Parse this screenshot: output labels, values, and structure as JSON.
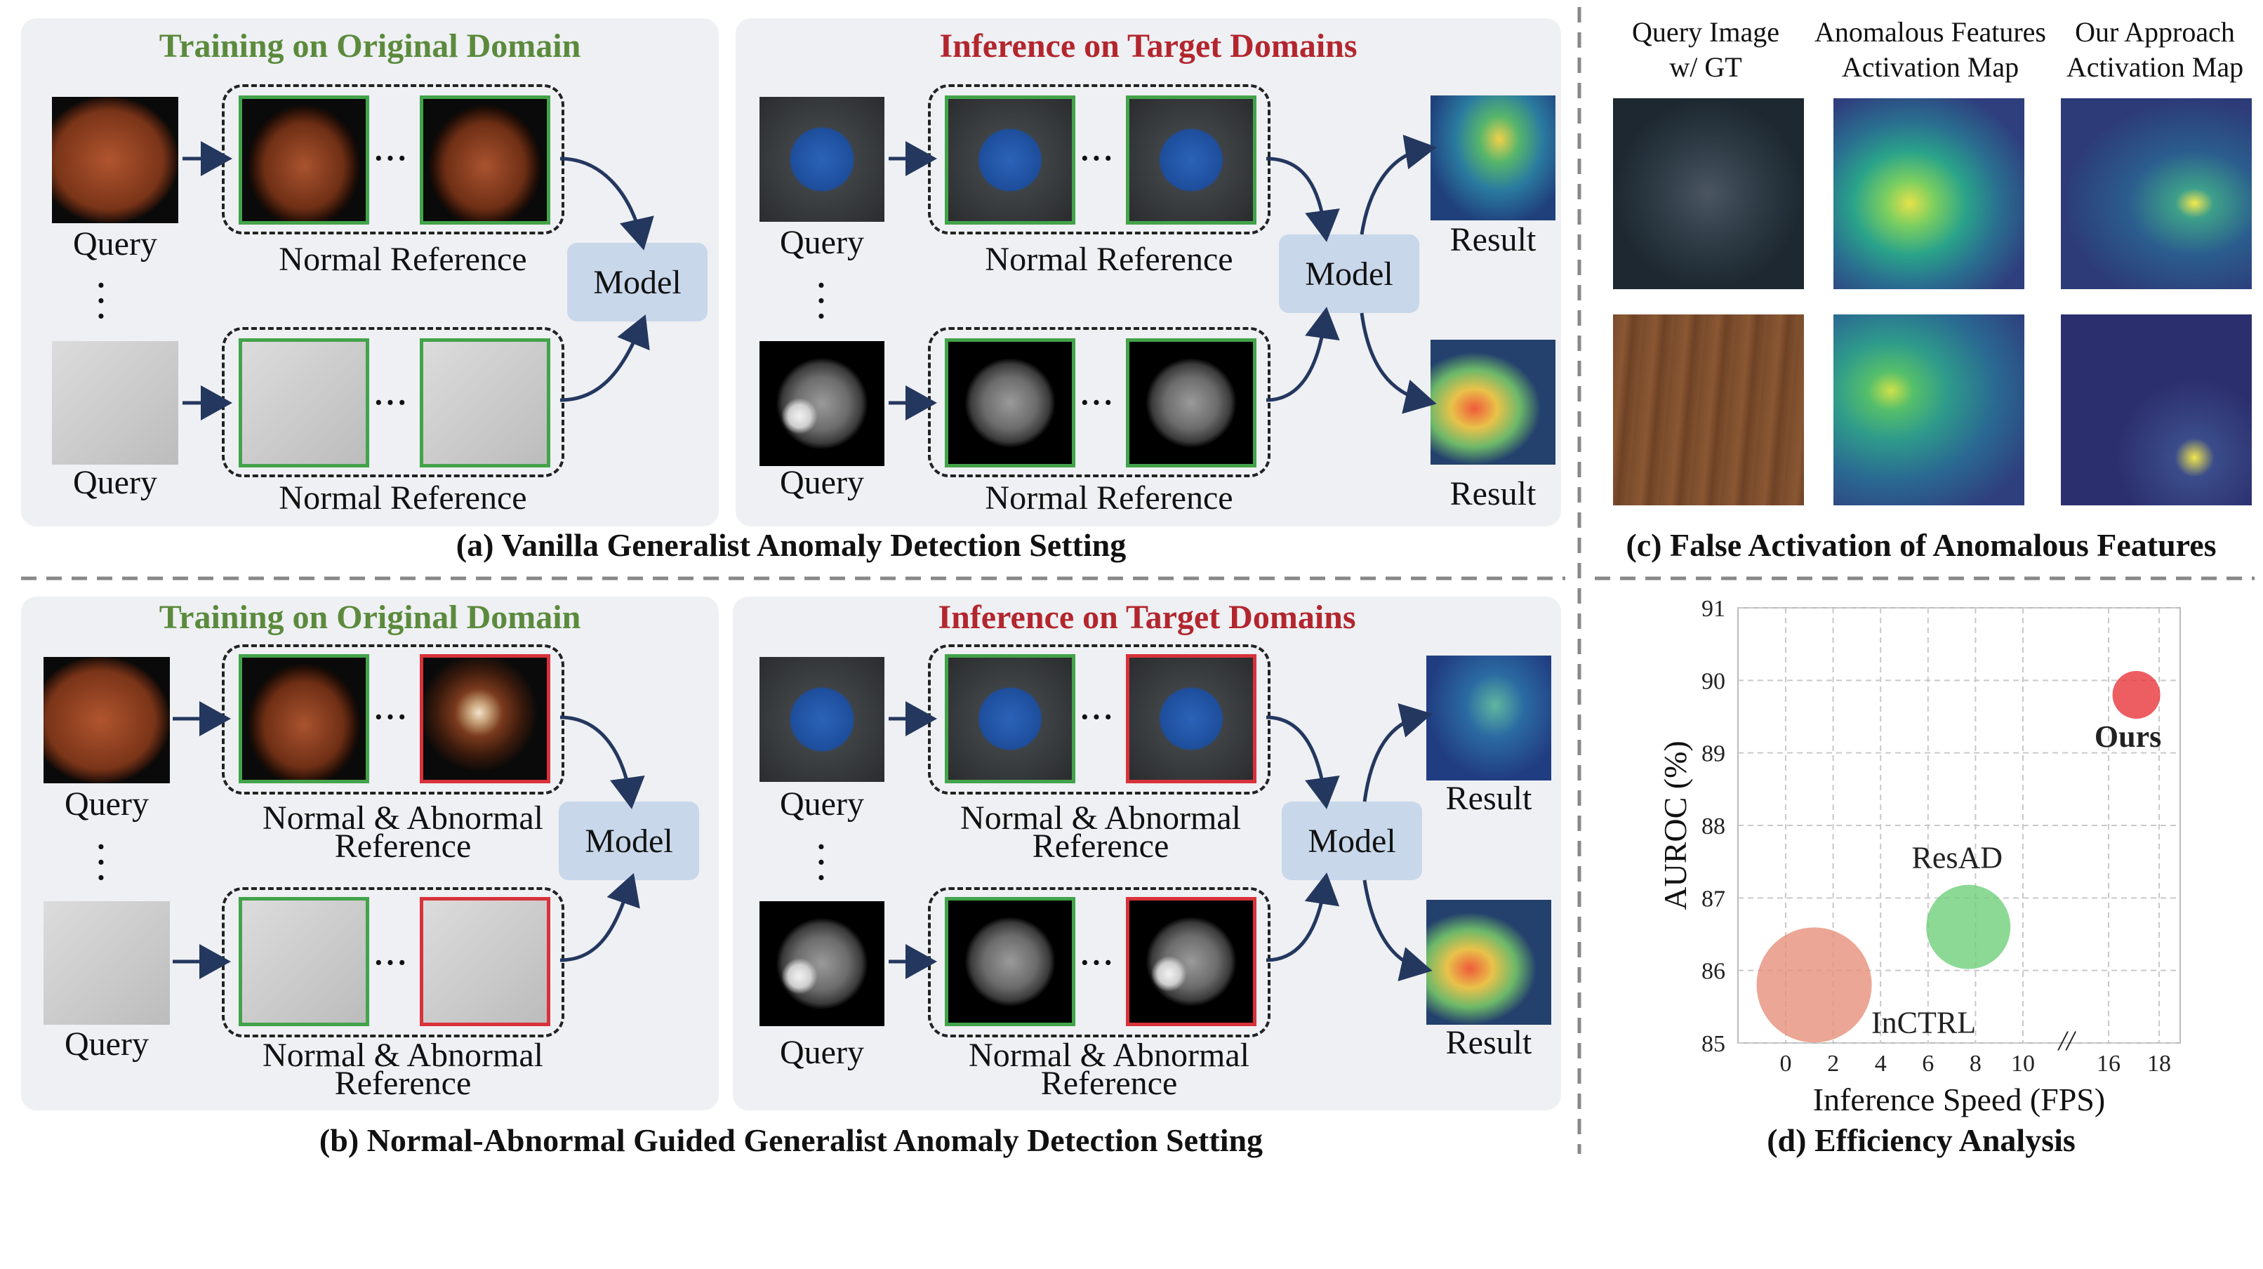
{
  "top": {
    "training_title": "Training on Original Domain",
    "inference_title": "Inference on Target Domains",
    "query1": "Query",
    "query2": "Query",
    "ref1": "Normal Reference",
    "ref2": "Normal Reference",
    "model": "Model",
    "iquery1": "Query",
    "iquery2": "Query",
    "iref1": "Normal Reference",
    "iref2": "Normal Reference",
    "imodel": "Model",
    "result1": "Result",
    "result2": "Result",
    "caption": "(a) Vanilla Generalist Anomaly Detection Setting"
  },
  "bottom": {
    "training_title": "Training on Original Domain",
    "inference_title": "Inference on Target Domains",
    "query1": "Query",
    "query2": "Query",
    "ref_line1": "Normal & Abnormal",
    "ref_line2": "Reference",
    "model": "Model",
    "iquery1": "Query",
    "iquery2": "Query",
    "imodel": "Model",
    "result1": "Result",
    "result2": "Result",
    "caption": "(b) Normal-Abnormal Guided Generalist Anomaly Detection Setting"
  },
  "panel_c": {
    "col1_line1": "Query Image",
    "col1_line2": "w/ GT",
    "col2_line1": "Anomalous Features",
    "col2_line2": "Activation Map",
    "col3_line1": "Our Approach",
    "col3_line2": "Activation Map",
    "caption": "(c) False Activation of Anomalous Features"
  },
  "chart_data": {
    "type": "scatter",
    "title": "",
    "xlabel": "Inference Speed (FPS)",
    "ylabel": "AUROC (%)",
    "ylim": [
      85,
      91
    ],
    "x_ticks": [
      "0",
      "2",
      "4",
      "6",
      "8",
      "10",
      "16",
      "18"
    ],
    "y_ticks": [
      "85",
      "86",
      "87",
      "88",
      "89",
      "90",
      "91"
    ],
    "axis_break": "//",
    "grid": true,
    "points": [
      {
        "name": "InCTRL",
        "x": 1.2,
        "y": 85.8,
        "color": "#e7907a"
      },
      {
        "name": "ResAD",
        "x": 7.7,
        "y": 86.6,
        "color": "#6fcf7c"
      },
      {
        "name": "Ours",
        "x": 17.1,
        "y": 89.8,
        "color": "#e8363c"
      }
    ],
    "caption": "(d) Efficiency Analysis"
  },
  "colors": {
    "green_title": "#5b8a3c",
    "red_title": "#b3262e",
    "model_box": "#c8d7ea",
    "arrow": "#24375f"
  }
}
